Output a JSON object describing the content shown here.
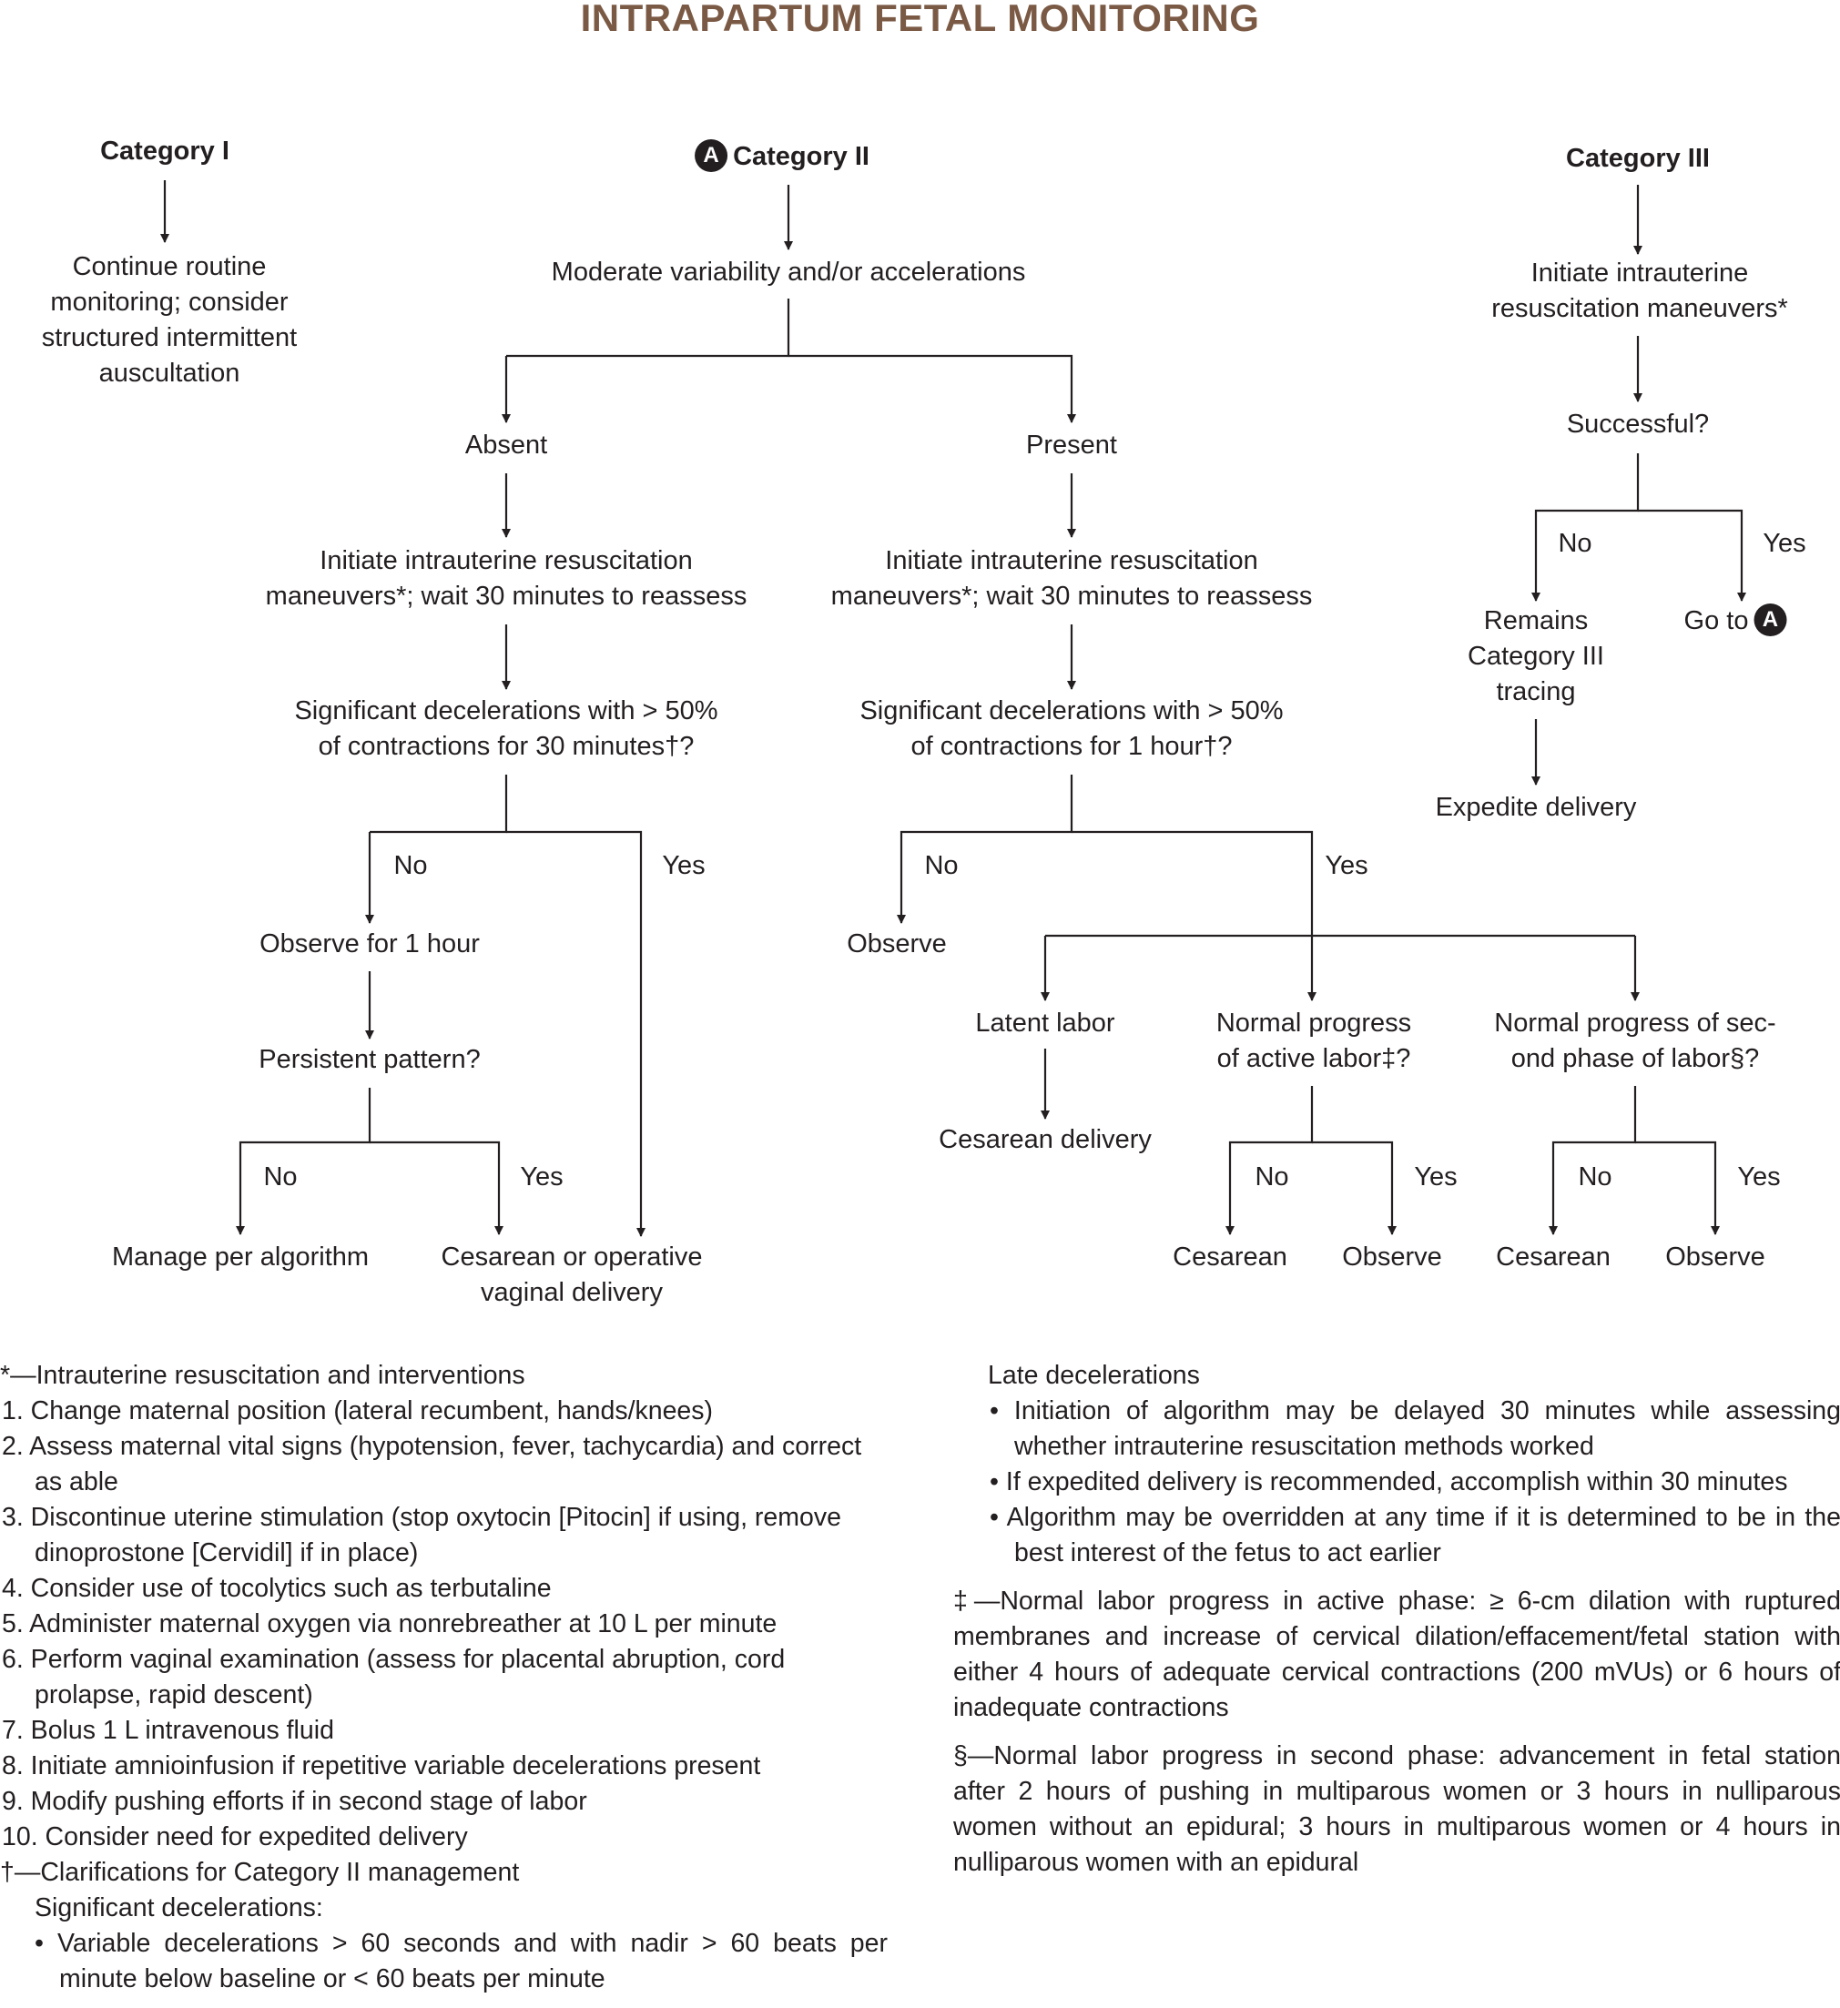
{
  "title": "INTRAPARTUM FETAL MONITORING",
  "badge_letter": "A",
  "cat1": {
    "label": "Category I",
    "action": [
      "Continue routine",
      "monitoring; consider",
      "structured intermittent",
      "auscultation"
    ]
  },
  "cat2": {
    "label": "Category II",
    "question": "Moderate variability and/or accelerations",
    "absent": {
      "label": "Absent",
      "action": [
        "Initiate intrauterine resuscitation",
        "maneuvers*; wait 30 minutes to reassess"
      ],
      "question": [
        "Significant decelerations with > 50%",
        "of contractions for 30 minutes†?"
      ],
      "no": "No",
      "yes": "Yes",
      "observe": "Observe for 1 hour",
      "persistent": "Persistent pattern?",
      "no2": "No",
      "yes2": "Yes",
      "manage": "Manage per algorithm",
      "cesarean": [
        "Cesarean or operative",
        "vaginal delivery"
      ]
    },
    "present": {
      "label": "Present",
      "action": [
        "Initiate intrauterine resuscitation",
        "maneuvers*; wait 30 minutes to reassess"
      ],
      "question": [
        "Significant decelerations with > 50%",
        "of contractions for 1 hour†?"
      ],
      "no": "No",
      "yes": "Yes",
      "observe": "Observe",
      "latent": "Latent labor",
      "cesarean_delivery": "Cesarean delivery",
      "active": [
        "Normal progress",
        "of active labor‡?"
      ],
      "second": [
        "Normal progress of sec-",
        "ond phase of labor§?"
      ],
      "active_no": "No",
      "active_yes": "Yes",
      "active_cesarean": "Cesarean",
      "active_observe": "Observe",
      "second_no": "No",
      "second_yes": "Yes",
      "second_cesarean": "Cesarean",
      "second_observe": "Observe"
    }
  },
  "cat3": {
    "label": "Category III",
    "action": [
      "Initiate intrauterine",
      "resuscitation maneuvers*"
    ],
    "question": "Successful?",
    "no": "No",
    "yes": "Yes",
    "goto": "Go to",
    "remains": [
      "Remains",
      "Category III",
      "tracing"
    ],
    "expedite": "Expedite delivery"
  },
  "footnotes": {
    "star_head": "*—Intrauterine resuscitation and interventions",
    "star_items": [
      "1.  Change maternal position (lateral recumbent, hands/knees)",
      "2.  Assess maternal vital signs (hypotension, fever, tachycardia) and correct as able",
      "3.  Discontinue uterine stimulation (stop oxytocin [Pitocin] if using, remove dinoprostone [Cervidil] if in place)",
      "4.  Consider use of tocolytics such as terbutaline",
      "5.  Administer maternal oxygen via nonrebreather at 10 L per minute",
      "6.  Perform vaginal examination (assess for placental abruption, cord prolapse, rapid descent)",
      "7.  Bolus 1 L intravenous fluid",
      "8.  Initiate amnioinfusion if repetitive variable decelerations present",
      "9.  Modify pushing efforts if in second stage of labor",
      "10.  Consider need for expedited delivery"
    ],
    "dagger_head": "†—Clarifications for Category II management",
    "dagger_sub": "Significant decelerations:",
    "dagger_bullets": [
      "• Variable decelerations > 60 seconds and with nadir > 60 beats per minute below baseline or < 60 beats per minute"
    ],
    "late_head": "Late decelerations",
    "late_bullets": [
      "• Initiation of algorithm may be delayed 30 minutes while assessing whether intrauterine resuscitation methods worked",
      "• If expedited delivery is recommended, accomplish within 30 minutes",
      "• Algorithm may be overridden at any time if it is determined to be in the best interest of the fetus to act earlier"
    ],
    "ddagger": "‡—Normal labor progress in active phase: ≥ 6-cm dilation with ruptured membranes and increase of cervical dilation/effacement/fetal station with either 4 hours of adequate cervical contractions (200 mVUs) or 6 hours of inadequate contractions",
    "section": "§—Normal labor progress in second phase: advancement in fetal station after 2 hours of pushing in multiparous women or 3 hours in nulliparous women without an epidural; 3 hours in multiparous women or 4 hours in nulliparous women with an epidural"
  }
}
